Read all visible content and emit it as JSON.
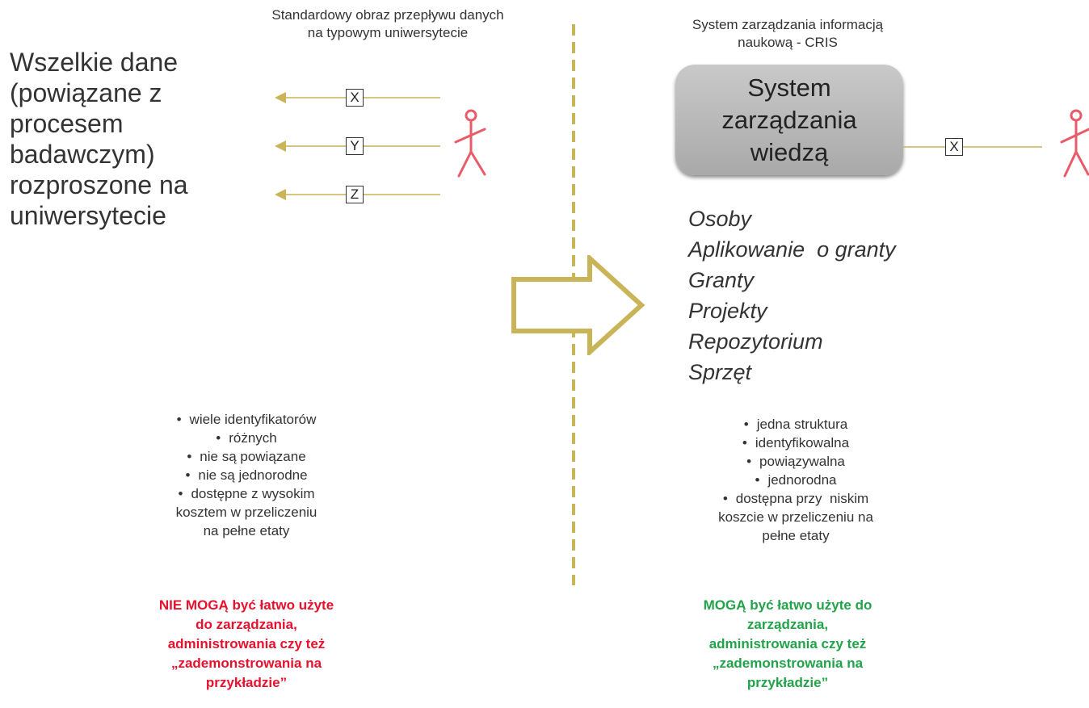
{
  "left": {
    "caption_line1": "Standardowy obraz przepływu danych",
    "caption_line2": "na typowym uniwersytecie",
    "heading_lines": [
      "Wszelkie dane",
      "(powiązane z",
      "procesem",
      "badawczym)",
      "rozproszone na",
      "uniwersytecie"
    ],
    "flow_labels": [
      "X",
      "Y",
      "Z"
    ],
    "bullets": [
      "wiele identyfikatorów",
      "różnych",
      "nie są powiązane",
      "nie są jednorodne",
      "dostępne z wysokim"
    ],
    "bullet_cont": [
      "kosztem w przeliczeniu",
      "na pełne etaty"
    ],
    "verdict_lines": [
      "NIE MOGĄ być łatwo użyte",
      "do zarządzania,",
      "administrowania czy też",
      "„zademonstrowania na",
      "przykładzie”"
    ]
  },
  "right": {
    "caption_line1": "System zarządzania informacją",
    "caption_line2": "naukową - CRIS",
    "box_lines": [
      "System",
      "zarządzania",
      "wiedzą"
    ],
    "flow_label": "X",
    "items": [
      "Osoby",
      "Aplikowanie  o granty",
      "Granty",
      "Projekty",
      "Repozytorium",
      "Sprzęt"
    ],
    "bullets": [
      "jedna struktura",
      "identyfikowalna",
      "powiązywalna",
      "jednorodna",
      "dostępna przy  niskim"
    ],
    "bullet_cont": [
      "koszcie w przeliczeniu na",
      "pełne etaty"
    ],
    "verdict_lines": [
      "MOGĄ być łatwo użyte do",
      "zarządzania,",
      "administrowania czy też",
      "„zademonstrowania na",
      "przykładzie”"
    ]
  },
  "colors": {
    "divider": "#c9b458",
    "flow_line": "#c9b458",
    "figure": "#e85c6a",
    "negative": "#e8112d",
    "positive": "#22a34a"
  }
}
